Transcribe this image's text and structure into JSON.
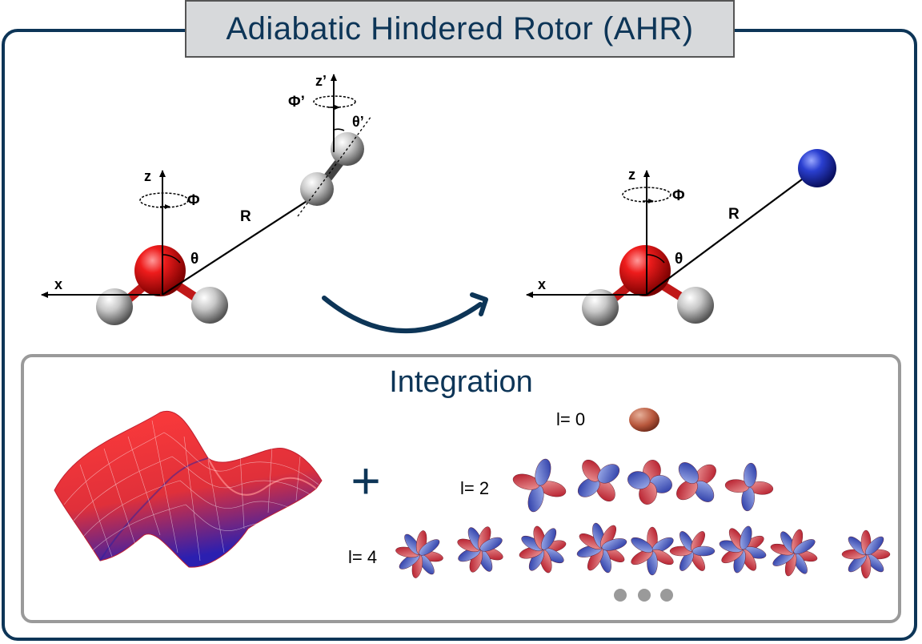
{
  "title": "Adiabatic Hindered Rotor (AHR)",
  "integration": {
    "title": "Integration",
    "plus": "+",
    "l0_label": "l= 0",
    "l2_label": "l= 2",
    "l4_label": "l= 4"
  },
  "left_molecule": {
    "z_label": "z",
    "phi_label": "Φ",
    "x_label": "x",
    "r_label": "R",
    "theta_label": "θ",
    "z_prime_label": "z’",
    "phi_prime_label": "Φ’",
    "theta_prime_label": "θ’"
  },
  "right_molecule": {
    "z_label": "z",
    "phi_label": "Φ",
    "x_label": "x",
    "r_label": "R",
    "theta_label": "θ"
  },
  "colors": {
    "navy": "#0d3557",
    "oxygen": "#e01010",
    "hydrogen": "#cfcfcf",
    "blue_sphere": "#2a3fd0",
    "grey_border": "#9a9a9a"
  }
}
